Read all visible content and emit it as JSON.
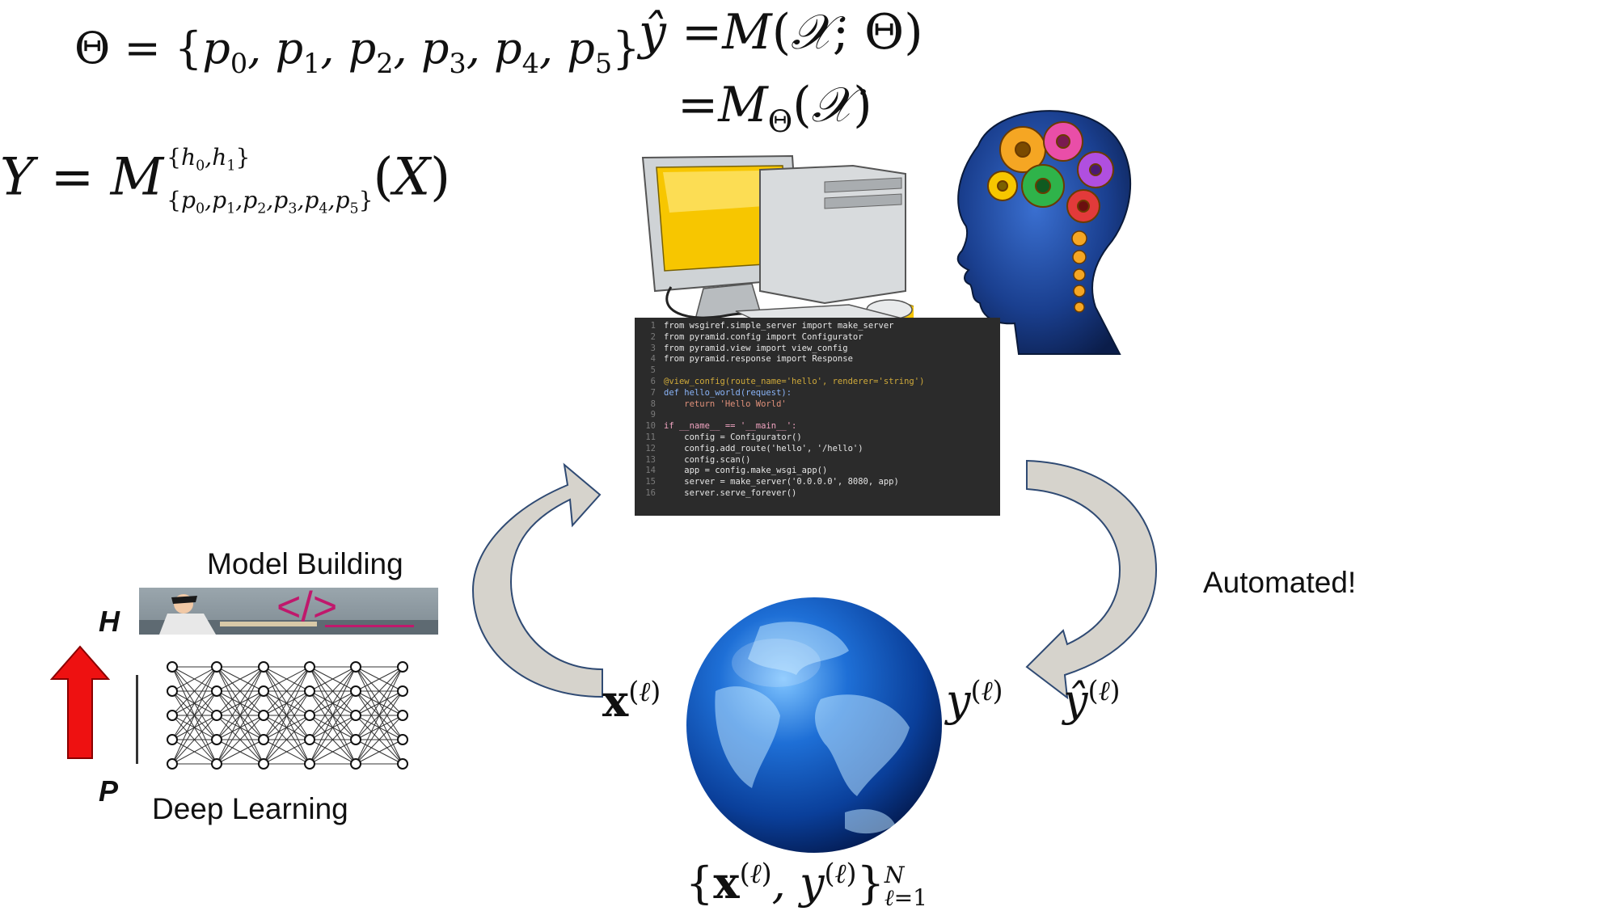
{
  "formulas": {
    "theta": "Θ = {p0, p1, p2, p3, p4, p5}",
    "model_full": "Y = M^{h0,h1}_{p0,p1,p2,p3,p4,p5}(X)",
    "yhat_line1": "ŷ = M(𝒳; Θ)",
    "yhat_line2": "= M_Θ(𝒳)",
    "x_ell": "x^(ℓ)",
    "y_ell": "y^(ℓ)",
    "yhat_ell": "ŷ^(ℓ)",
    "dataset": "{x^(ℓ), y^(ℓ)}_{ℓ=1}^N"
  },
  "labels": {
    "model_building": "Model Building",
    "deep_learning": "Deep Learning",
    "automated": "Automated!",
    "axis_top": "H",
    "axis_bottom": "P",
    "code_tag": "</>"
  },
  "code_lines": [
    "from wsgiref.simple_server import make_server",
    "from pyramid.config import Configurator",
    "from pyramid.view import view_config",
    "from pyramid.response import Response",
    "",
    "@view_config(route_name='hello', renderer='string')",
    "def hello_world(request):",
    "    return 'Hello World'",
    "",
    "if __name__ == '__main__':",
    "    config = Configurator()",
    "    config.add_route('hello', '/hello')",
    "    config.scan()",
    "    app = config.make_wsgi_app()",
    "    server = make_server('0.0.0.0', 8080, app)",
    "    server.serve_forever()"
  ],
  "colors": {
    "arrow_fill": "#d6d3cc",
    "arrow_stroke": "#2f4a73",
    "red_arrow": "#ee1111",
    "code_bg": "#2b2b2b",
    "code_tag": "#c0186c",
    "screen": "#f7c600"
  }
}
